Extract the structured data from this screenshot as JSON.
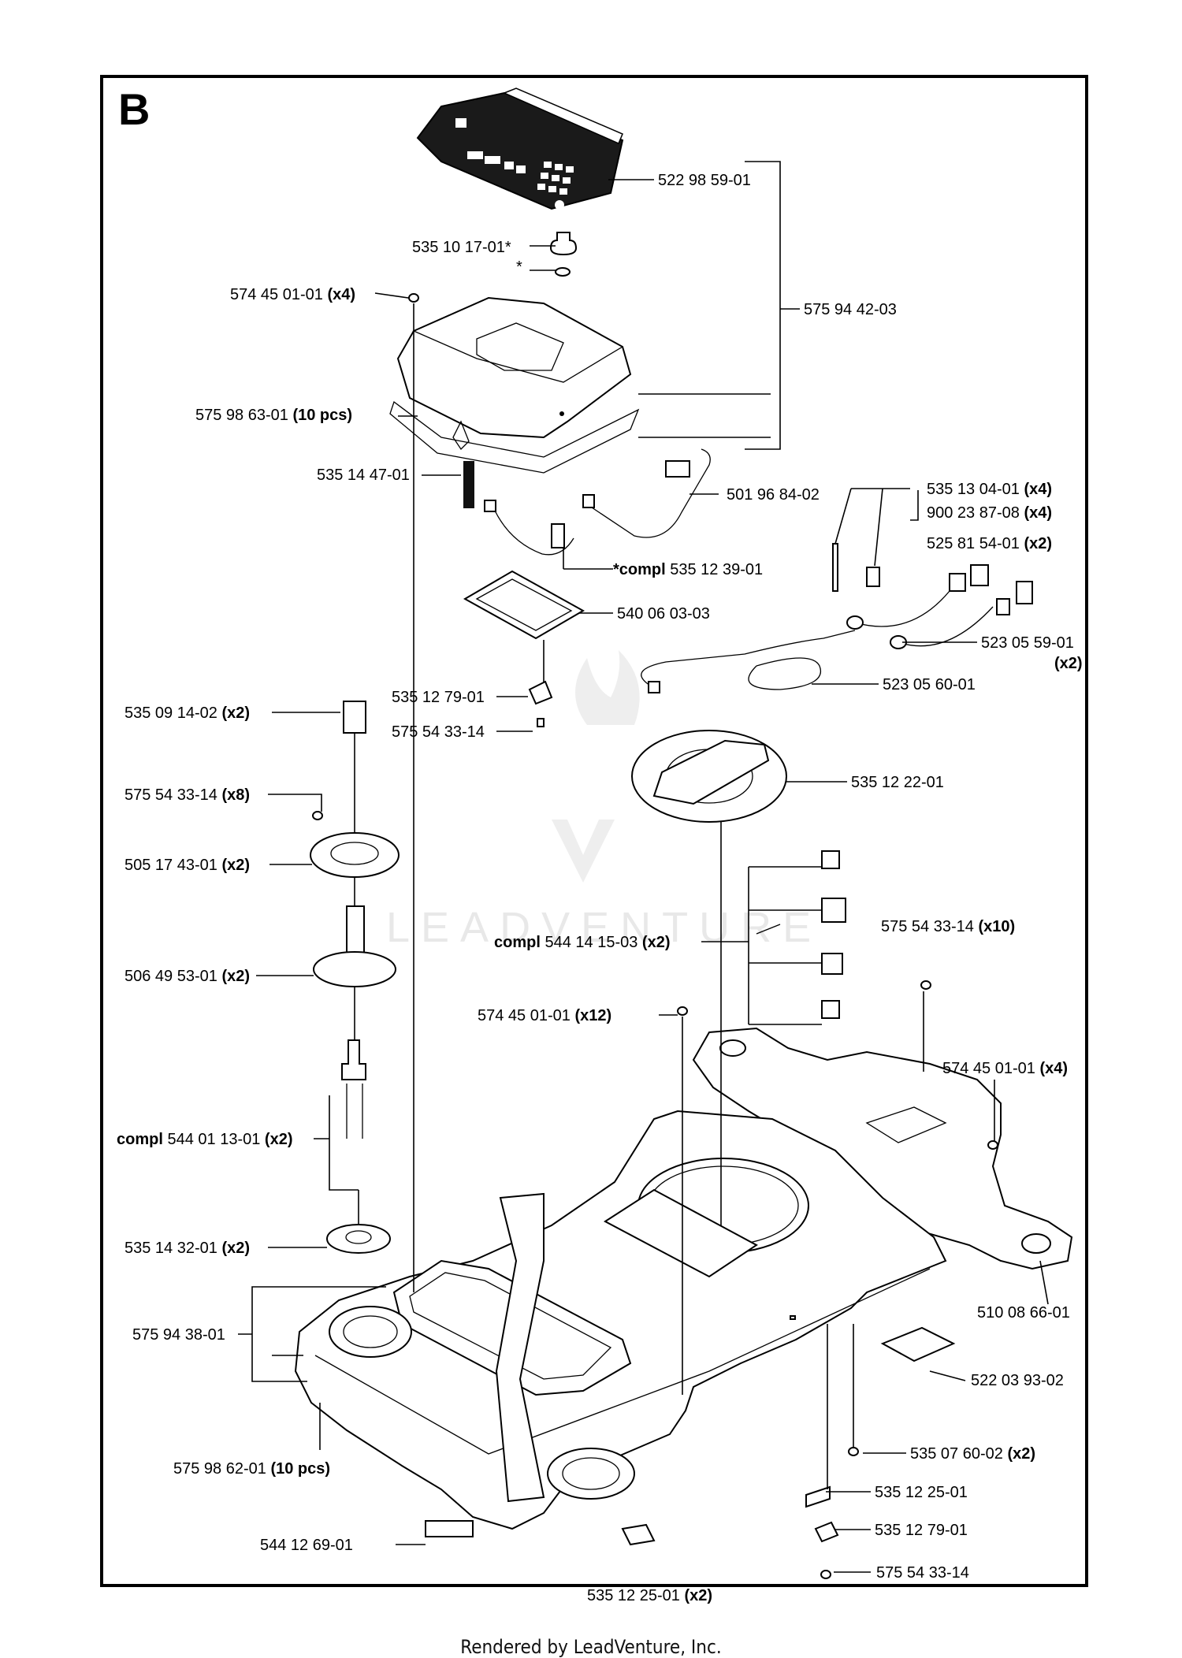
{
  "section_letter": "B",
  "footer_text": "Rendered by LeadVenture, Inc.",
  "watermark_text": "LEADVENTURE",
  "colors": {
    "line": "#000000",
    "panel_dark": "#1a1a1a",
    "watermark": "#e6e6e6"
  },
  "callouts": {
    "c1": {
      "part": "522 98 59-01",
      "qty": ""
    },
    "c2": {
      "part": "535 10 17-01*",
      "qty": ""
    },
    "c3": {
      "part": "*",
      "qty": ""
    },
    "c4": {
      "part": "574 45 01-01",
      "qty": "(x4)"
    },
    "c5": {
      "part": "575 94 42-03",
      "qty": ""
    },
    "c6": {
      "part": "575 98 63-01",
      "qty": "(10 pcs)"
    },
    "c7": {
      "part": "535 14 47-01",
      "qty": ""
    },
    "c8": {
      "part": "501 96 84-02",
      "qty": ""
    },
    "c9": {
      "part": "535 13 04-01",
      "qty": "(x4)"
    },
    "c10": {
      "part": "900 23 87-08",
      "qty": "(x4)"
    },
    "c11": {
      "part": "525 81 54-01",
      "qty": "(x2)"
    },
    "c12": {
      "prefix": "*compl",
      "part": "535 12 39-01",
      "qty": ""
    },
    "c13": {
      "part": "540 06 03-03",
      "qty": ""
    },
    "c14": {
      "part": "523 05 59-01",
      "qty": "(x2)"
    },
    "c15": {
      "part": "535 12 79-01",
      "qty": ""
    },
    "c16": {
      "part": "523 05 60-01",
      "qty": ""
    },
    "c17": {
      "part": "535 09 14-02",
      "qty": "(x2)"
    },
    "c18": {
      "part": "575 54 33-14",
      "qty": ""
    },
    "c19": {
      "part": "535 12 22-01",
      "qty": ""
    },
    "c20": {
      "part": "575 54 33-14",
      "qty": "(x8)"
    },
    "c21": {
      "part": "505 17 43-01",
      "qty": "(x2)"
    },
    "c22": {
      "part": "575 54 33-14",
      "qty": "(x10)"
    },
    "c23": {
      "prefix": "compl",
      "part": "544 14 15-03",
      "qty": "(x2)"
    },
    "c24": {
      "part": "506 49 53-01",
      "qty": "(x2)"
    },
    "c25": {
      "part": "574 45 01-01",
      "qty": "(x12)"
    },
    "c26": {
      "part": "574 45 01-01",
      "qty": "(x4)"
    },
    "c27": {
      "prefix": "compl",
      "part": "544 01 13-01",
      "qty": "(x2)"
    },
    "c28": {
      "part": "535 14 32-01",
      "qty": "(x2)"
    },
    "c29": {
      "part": "510 08 66-01",
      "qty": ""
    },
    "c30": {
      "part": "575 94 38-01",
      "qty": ""
    },
    "c31": {
      "part": "522 03 93-02",
      "qty": ""
    },
    "c32": {
      "part": "575 98 62-01",
      "qty": "(10 pcs)"
    },
    "c33": {
      "part": "535 07 60-02",
      "qty": "(x2)"
    },
    "c34": {
      "part": "535 12 25-01",
      "qty": ""
    },
    "c35": {
      "part": "535 12 79-01",
      "qty": ""
    },
    "c36": {
      "part": "544 12 69-01",
      "qty": ""
    },
    "c37": {
      "part": "575 54 33-14",
      "qty": ""
    },
    "c38": {
      "part": "535 12 25-01",
      "qty": "(x2)"
    }
  }
}
